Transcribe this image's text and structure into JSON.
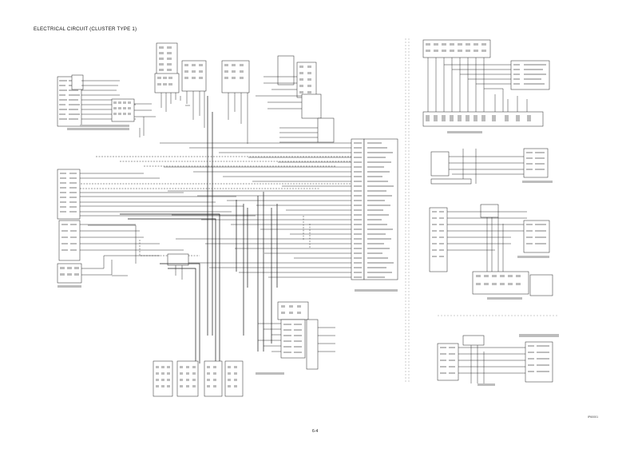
{
  "page": {
    "title": "ELECTRICAL CIRCUIT (CLUSTER TYPE 1)",
    "page_number": "6-4",
    "drawing_code": "IP60001"
  },
  "colors": {
    "wire": "#1a1a1a",
    "connector_pin": "#bdbdbd",
    "background": "#ffffff",
    "separator": "#999999"
  }
}
